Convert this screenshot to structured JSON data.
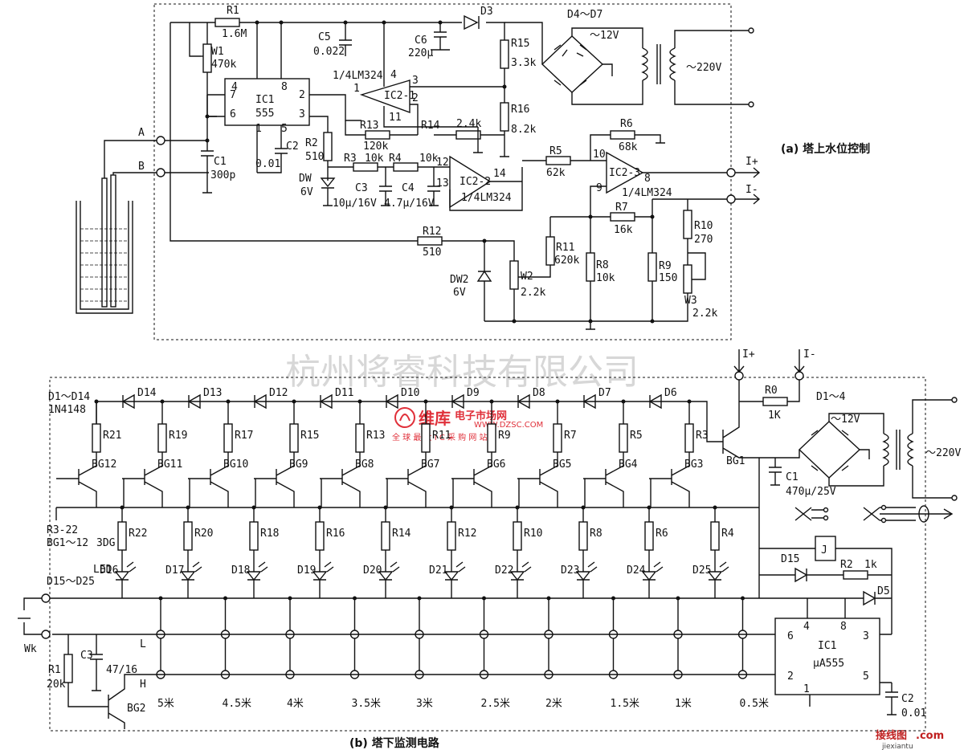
{
  "watermark": "杭州将睿科技有限公司",
  "logo": {
    "brand": "维库",
    "domain": "电子市场网",
    "url": "WWW.DZSC.COM",
    "slogan": "全 球 最 大 I C 采 购 网 站"
  },
  "site_mark": {
    "text": "接线图",
    "dot": ".com",
    "sub": "jiexiantu"
  },
  "top": {
    "caption": "(a) 塔上水位控制",
    "terminals": {
      "a": "A",
      "b": "B",
      "iplus": "I+",
      "iminus": "I-"
    },
    "labels": {
      "R1": "R1",
      "R1v": "1.6M",
      "W1": "W1",
      "W1v": "470k",
      "IC1": "IC1",
      "IC1b": "555",
      "p4": "4",
      "p8": "8",
      "p7": "7",
      "p6": "6",
      "p2": "2",
      "p3": "3",
      "p1": "1",
      "p5": "5",
      "C1": "C1",
      "C1v": "300p",
      "C2": "C2",
      "C2v": "0.01",
      "C5": "C5",
      "C5v": "0.022",
      "C6": "C6",
      "C6v": "220μ",
      "D3": "D3",
      "R15": "R15",
      "R15v": "3.3k",
      "R16": "R16",
      "R16v": "8.2k",
      "D47": "D4～D7",
      "v12": "～12V",
      "v220": "～220V",
      "lm1": "1/4LM324",
      "IC21": "IC2-1",
      "q4": "4",
      "q1": "1",
      "q3": "3",
      "q2": "2",
      "q11": "11",
      "R13": "R13",
      "R13v": "120k",
      "R14": "R14",
      "R14v": "2.4k",
      "R2": "R2",
      "R2v": "510",
      "DW": "DW",
      "DWv": "6V",
      "R3": "R3",
      "R3v": "10k",
      "R4": "R4",
      "R4v": "10k",
      "C3": "C3",
      "C3v": "10μ/16V",
      "C4": "C4",
      "C4v": "4.7μ/16V",
      "IC22": "IC2-2",
      "q12": "12",
      "q13": "13",
      "q14": "14",
      "lm2": "1/4LM324",
      "R5": "R5",
      "R5v": "62k",
      "R6": "R6",
      "R6v": "68k",
      "IC23": "IC2-3",
      "q10": "10",
      "q9": "9",
      "q8": "8",
      "lm3": "1/4LM324",
      "R7": "R7",
      "R7v": "16k",
      "R12": "R12",
      "R12v": "510",
      "R11": "R11",
      "R11v": "620k",
      "DW2": "DW2",
      "DW2v": "6V",
      "W2": "W2",
      "W2v": "2.2k",
      "R8": "R8",
      "R8v": "10k",
      "R9": "R9",
      "R9v": "150",
      "R10": "R10",
      "R10v": "270",
      "W3": "W3",
      "W3v": "2.2k"
    }
  },
  "bottom": {
    "caption": "(b) 塔下监测电路",
    "stage_resistors": [
      "R21",
      "R19",
      "R17",
      "R15",
      "R13",
      "R11",
      "R9",
      "R7",
      "R5",
      "R3"
    ],
    "transistors": [
      "BG12",
      "BG11",
      "BG10",
      "BG9",
      "BG8",
      "BG7",
      "BG6",
      "BG5",
      "BG4",
      "BG3"
    ],
    "led_resistors": [
      "R22",
      "R20",
      "R18",
      "R16",
      "R14",
      "R12",
      "R10",
      "R8",
      "R6",
      "R4"
    ],
    "leds": [
      "D16",
      "D17",
      "D18",
      "D19",
      "D20",
      "D21",
      "D22",
      "D23",
      "D24",
      "D25"
    ],
    "chain_diodes": [
      "D14",
      "D13",
      "D12",
      "D11",
      "D10",
      "D9",
      "D8",
      "D7",
      "D6"
    ],
    "levels": [
      "5米",
      "4.5米",
      "4米",
      "3.5米",
      "3米",
      "2.5米",
      "2米",
      "1.5米",
      "1米",
      "0.5米"
    ],
    "notes": {
      "d114": "D1～D14",
      "n4148": "1N4148",
      "r322": "R3-22",
      "bg112": "BG1～12",
      "dg3": "3DG",
      "d1525": "D15～D25",
      "led": "LED"
    },
    "labels": {
      "iplus": "I+",
      "iminus": "I-",
      "R0": "R0",
      "R0v": "1K",
      "BG1": "BG1",
      "D14": "D1～4",
      "v12": "～12V",
      "v220": "～220V",
      "C1": "C1",
      "C1v": "470μ/25V",
      "J": "J",
      "D15": "D15",
      "R2": "R2",
      "R2v": "1k",
      "D5": "D5",
      "IC1": "IC1",
      "IC1b": "μA555",
      "p4": "4",
      "p8": "8",
      "p6": "6",
      "p3": "3",
      "p2": "2",
      "p5": "5",
      "p1": "1",
      "C2": "C2",
      "C2v": "0.01",
      "Wk": "Wk",
      "R1": "R1",
      "R1v": "20k",
      "C3": "C3",
      "C3v": "47/16",
      "BG2": "BG2",
      "L": "L",
      "H": "H"
    }
  }
}
